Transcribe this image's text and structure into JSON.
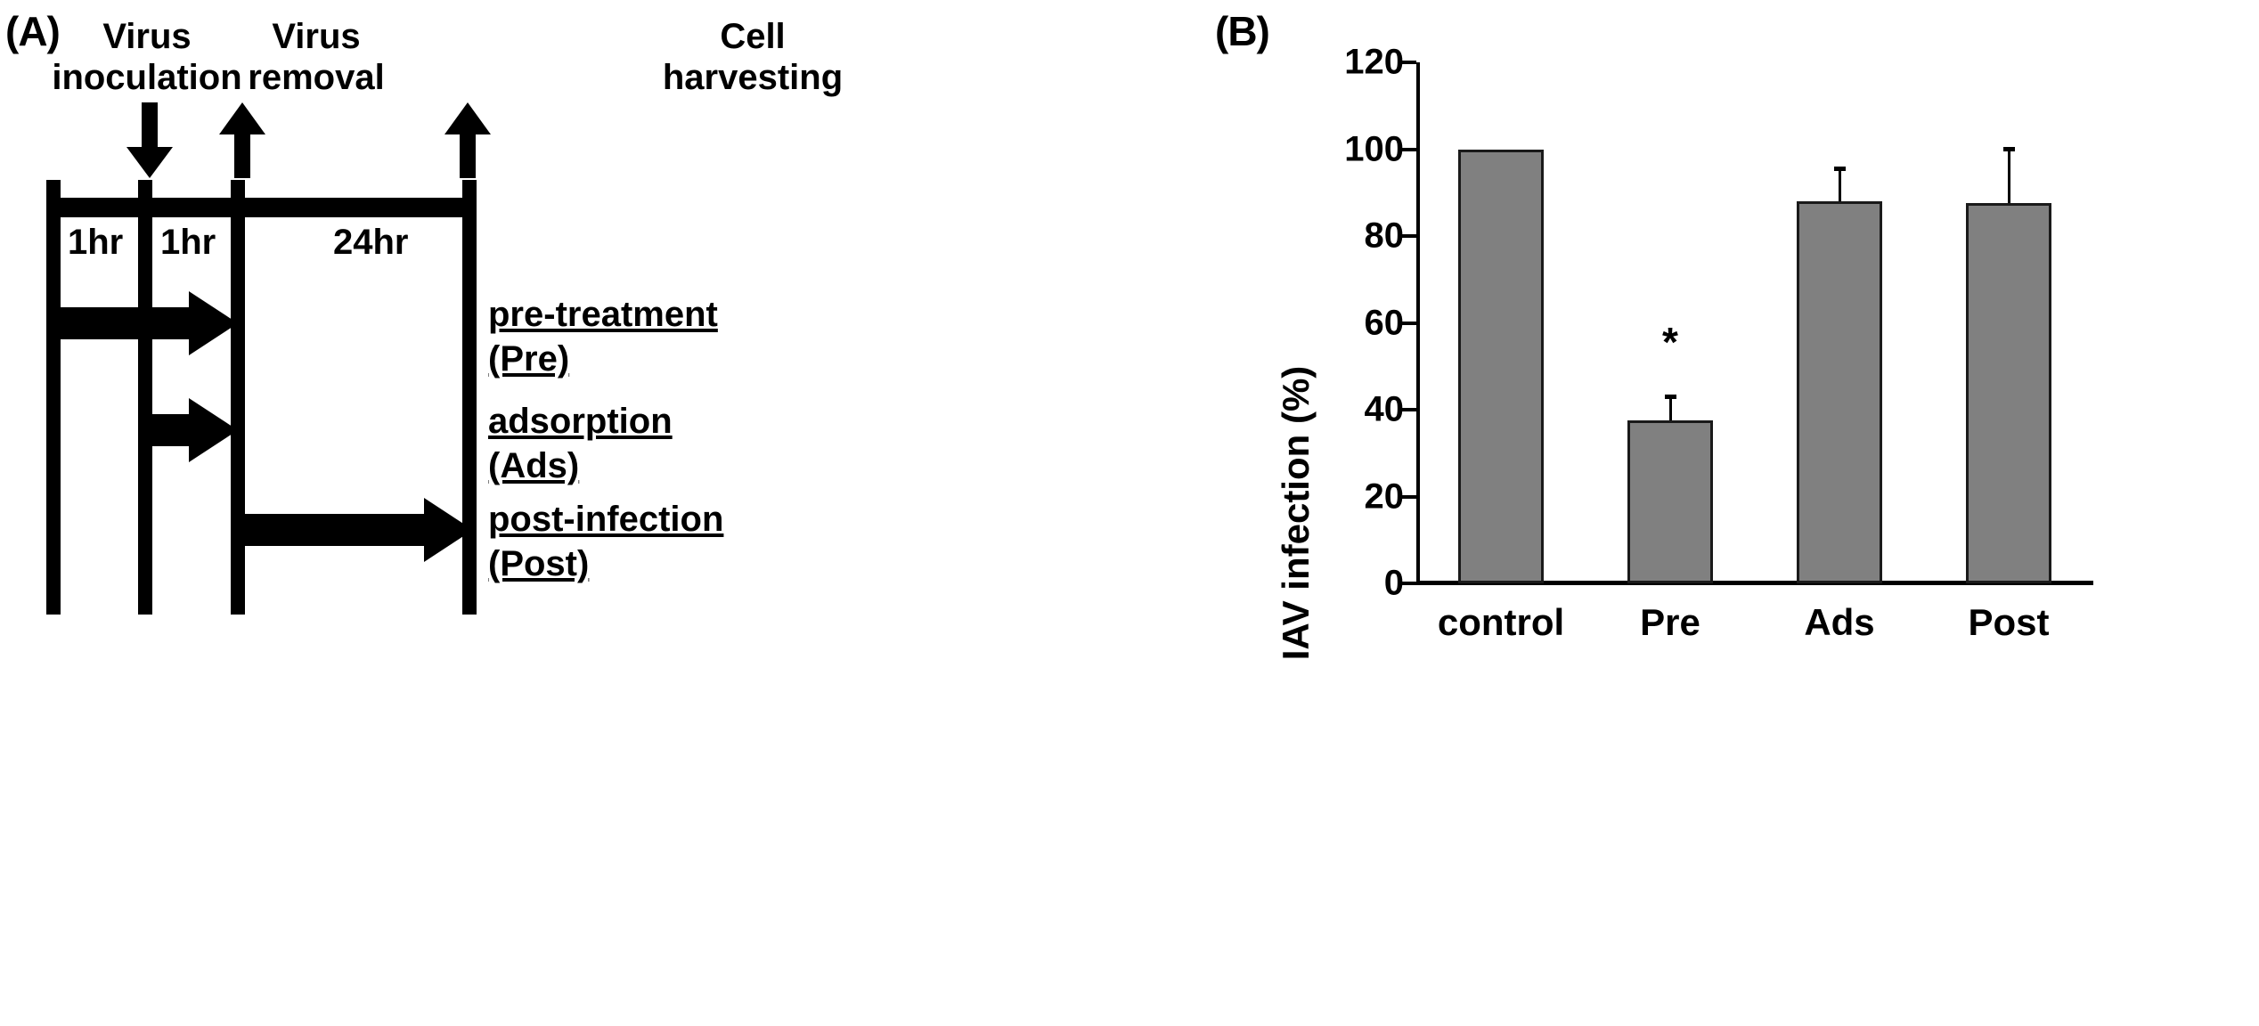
{
  "figure": {
    "panels": [
      {
        "tag": "(A)"
      },
      {
        "tag": "(B)"
      }
    ]
  },
  "panel_a": {
    "tag": "(A)",
    "timeline_events": [
      {
        "name": "virus-inoculation",
        "line1": "Virus",
        "line2": "inoculation",
        "arrow": "down"
      },
      {
        "name": "virus-removal",
        "line1": "Virus",
        "line2": "removal",
        "arrow": "up"
      },
      {
        "name": "cell-harvesting",
        "line1": "Cell",
        "line2": "harvesting",
        "arrow": "up"
      }
    ],
    "durations": [
      {
        "label": "1hr"
      },
      {
        "label": "1hr"
      },
      {
        "label": "24hr"
      }
    ],
    "treatments": [
      {
        "name": "pre-treatment",
        "line1": "pre-treatment",
        "line2": "(Pre)"
      },
      {
        "name": "adsorption",
        "line1": "adsorption",
        "line2": "(Ads)"
      },
      {
        "name": "post-infection",
        "line1": "post-infection",
        "line2": "(Post)"
      }
    ]
  },
  "panel_b": {
    "tag": "(B)",
    "significance_marker": "*"
  },
  "chart_data": {
    "type": "bar",
    "title": "",
    "xlabel": "",
    "ylabel": "IAV infection (%)",
    "categories": [
      "control",
      "Pre",
      "Ads",
      "Post"
    ],
    "values": [
      100,
      37.5,
      88,
      87.5
    ],
    "errors": [
      0,
      5,
      7,
      12
    ],
    "annotations": [
      {
        "category": "Pre",
        "text": "*",
        "y": 50
      }
    ],
    "ylim": [
      0,
      120
    ],
    "yticks": [
      0,
      20,
      40,
      60,
      80,
      100,
      120
    ],
    "ytick_labels": [
      "0",
      "20",
      "40",
      "60",
      "80",
      "100",
      "120"
    ],
    "grid": false,
    "legend": false,
    "bar_color": "#808080",
    "bar_edge_color": "#1a1a1a"
  }
}
